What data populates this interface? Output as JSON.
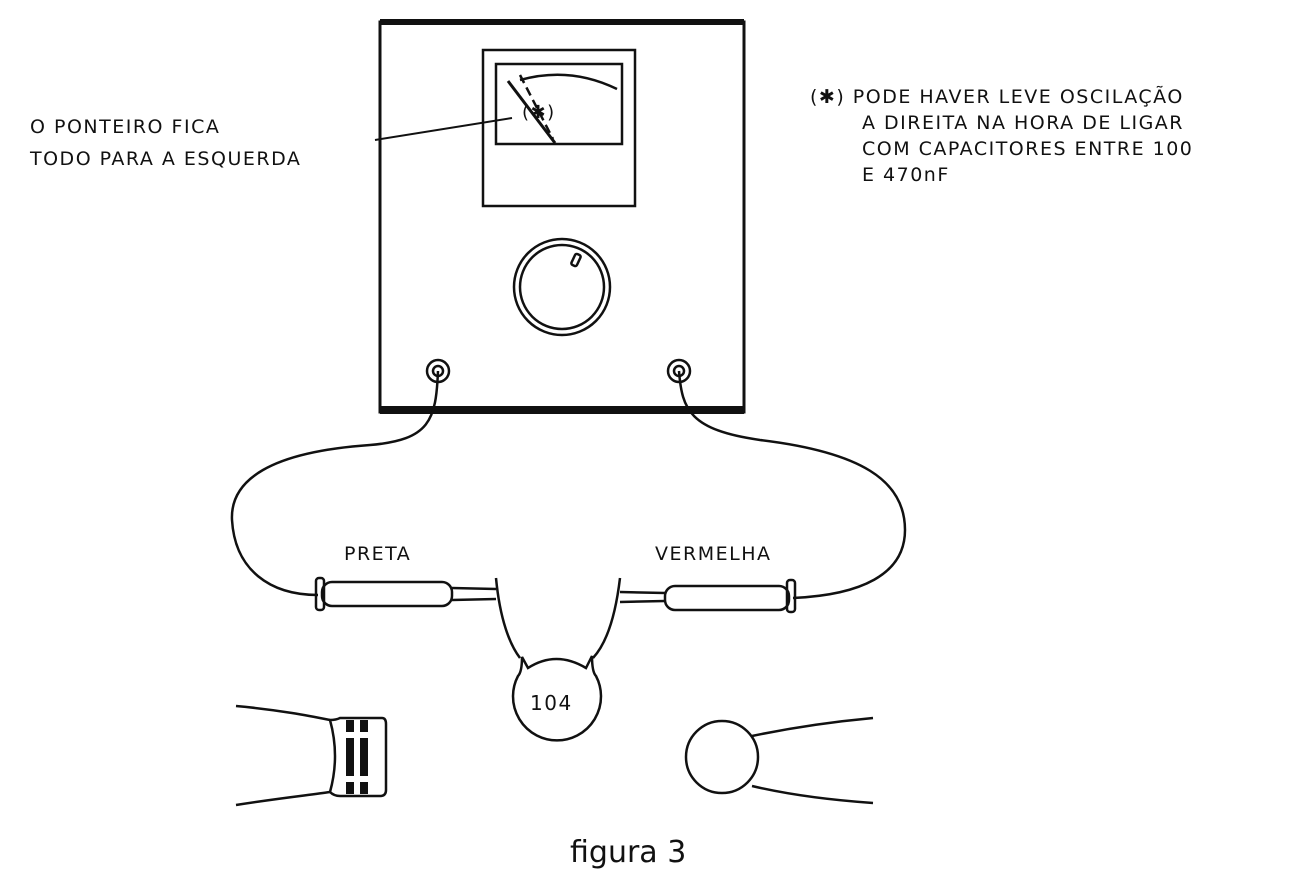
{
  "figure": {
    "caption": "figura 3",
    "pointer_label": [
      "O PONTEIRO FICA",
      "TODO PARA A ESQUERDA"
    ],
    "meter_mark": "(✱)",
    "note_lines": [
      "(✱) PODE HAVER LEVE OSCILAÇÃO",
      "A DIREITA NA HORA DE LIGAR",
      "COM CAPACITORES ENTRE 100",
      "E 470nF"
    ],
    "probe_left_label": "PRETA",
    "probe_right_label": "VERMELHA",
    "capacitor_code": "104"
  }
}
